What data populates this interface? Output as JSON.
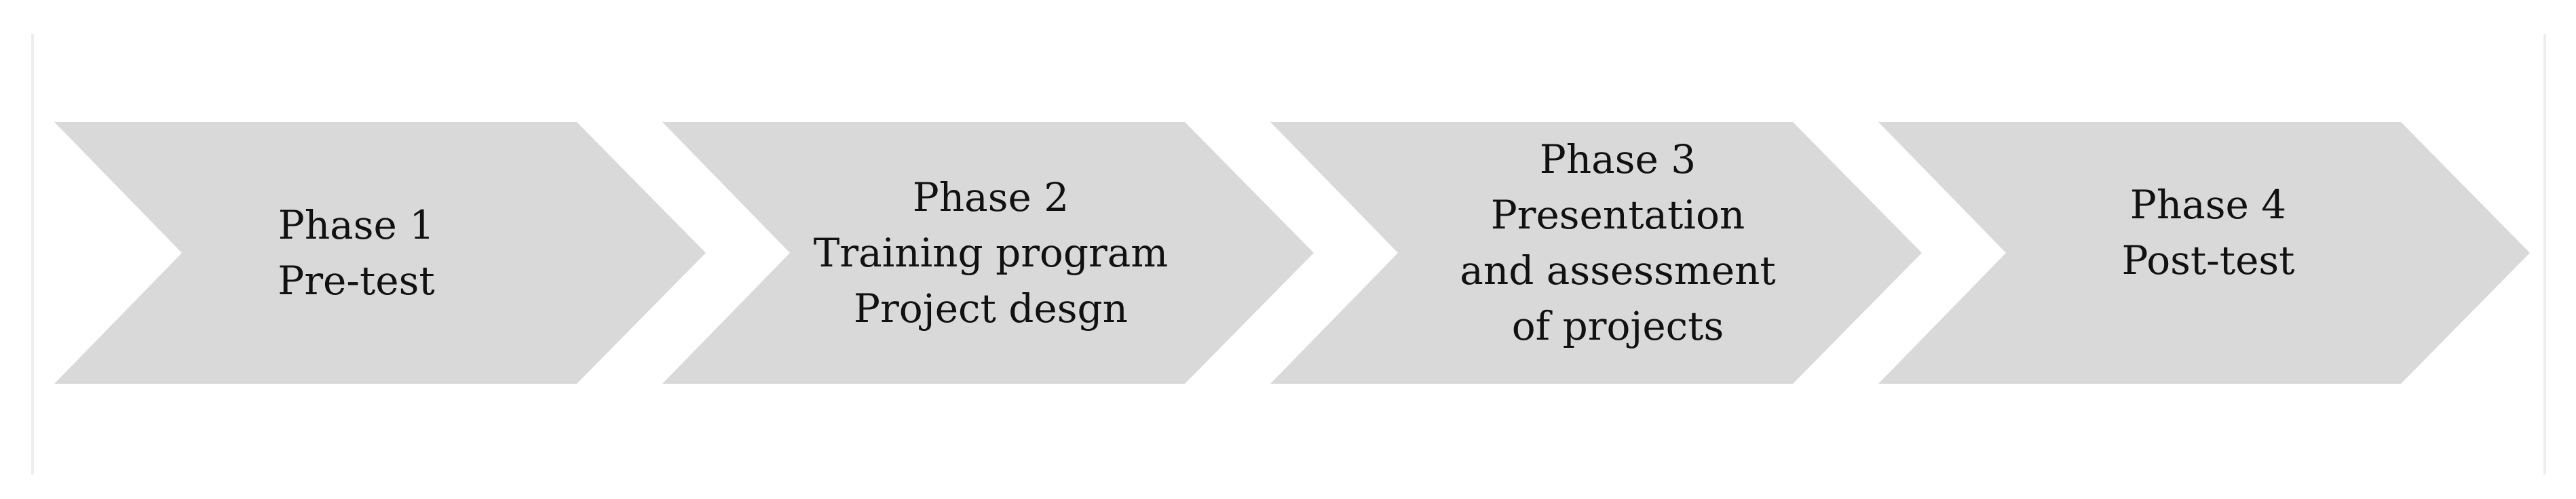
{
  "diagram": {
    "phases": [
      {
        "title": "Phase 1",
        "lines": [
          "Pre-test"
        ]
      },
      {
        "title": "Phase 2",
        "lines": [
          "Training program",
          "Project desgn"
        ]
      },
      {
        "title": "Phase 3",
        "lines": [
          "Presentation and assessment of projects"
        ]
      },
      {
        "title": "Phase 4",
        "lines": [
          "Post-test"
        ]
      }
    ],
    "colors": {
      "chevron_fill": "#d9d9d9",
      "text": "#111111",
      "frame": "#eeeeee"
    }
  }
}
